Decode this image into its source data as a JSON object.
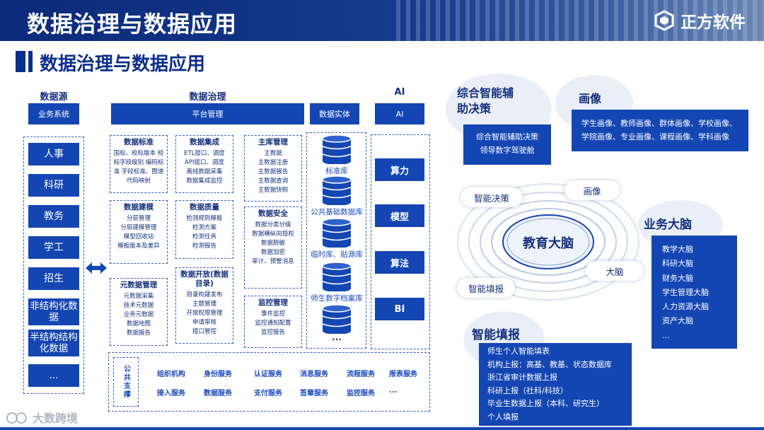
{
  "header": {
    "title": "数据治理与数据应用",
    "logo_text": "正方软件"
  },
  "subheader": "数据治理与数据应用",
  "datasource": {
    "title": "数据源",
    "bar": "业务系统",
    "items": [
      "人事",
      "科研",
      "教务",
      "学工",
      "招生",
      "非结构化数据",
      "半结构结构化数据",
      "..."
    ]
  },
  "governance": {
    "title": "数据治理",
    "platform_bar": "平台管理",
    "entity_bar": "数据实体",
    "col1": [
      {
        "title": "数据标准",
        "items": [
          "国标、校标版本 校标字段级别 编码标准 字段标准、图谱代码映射"
        ]
      },
      {
        "title": "数据建模",
        "items": [
          "分层管理",
          "分层建模管理",
          "模型回收站",
          "模板版本及差异"
        ]
      },
      {
        "title": "元数据管理",
        "items": [
          "元数据采集",
          "技术元数据",
          "业务元数据",
          "数据地图",
          "数据报告"
        ]
      }
    ],
    "col2": [
      {
        "title": "数据集成",
        "items": [
          "ETL接口、调度",
          "API接口、调度",
          "离线数据采集",
          "数据集成监控"
        ]
      },
      {
        "title": "数据质量",
        "items": [
          "检测规则模板",
          "检测方案",
          "检测任务",
          "检测报告"
        ]
      },
      {
        "title": "数据开放(数据目录)",
        "items": [
          "目录构建发布",
          "主题管理",
          "开放权限管理",
          "申请审核",
          "接口管控"
        ]
      }
    ],
    "col3": [
      {
        "title": "主库管理",
        "items": [
          "主数据",
          "主数据注册",
          "主数据报告",
          "主数据查询",
          "主数据快照"
        ]
      },
      {
        "title": "数据安全",
        "items": [
          "数据分类分级",
          "数据横纵向授权",
          "数据脱敏",
          "数据加密",
          "审计、预警消息"
        ]
      },
      {
        "title": "监控管理",
        "items": [
          "事件监控",
          "监控通知配置",
          "监控报告"
        ]
      }
    ],
    "entities": [
      "标准库",
      "公共基础数据库",
      "临时库、贴源库",
      "师生数字档案库",
      "..."
    ],
    "public_support": {
      "label": "公共支撑",
      "row1": [
        "组织机构",
        "身份服务",
        "认证服务",
        "消息服务",
        "流程服务",
        "报表服务"
      ],
      "row2": [
        "接入服务",
        "数据服务",
        "支付服务",
        "签章服务",
        "监控服务",
        "..."
      ]
    }
  },
  "ai": {
    "title": "AI",
    "bar": "AI",
    "items": [
      "算力",
      "模型",
      "算法",
      "BI"
    ]
  },
  "right": {
    "decision": {
      "title": "综合智能辅助决策",
      "lines": [
        "综合智能辅助决策",
        "领导数字驾驶舱"
      ]
    },
    "portrait": {
      "title": "画像",
      "lines": [
        "学生画像、教师画像、群体画像、学校画像、",
        "学院画像、专业画像、课程画像、学科画像"
      ]
    },
    "brain": {
      "center": "教育大脑",
      "pills": [
        "智能决策",
        "画像",
        "大脑",
        "智能填报"
      ]
    },
    "business": {
      "title": "业务大脑",
      "items": [
        "教学大脑",
        "科研大脑",
        "财务大脑",
        "学生管理大脑",
        "人力资源大脑",
        "资产大脑",
        "..."
      ]
    },
    "filling": {
      "title": "智能填报",
      "items": [
        "师生个人智能填表",
        "机构上报：高基、教基、状态数据库",
        "浙江省审计数据上报",
        "科研上报（社科/科技）",
        "毕业生数据上报（本科、研究生）",
        "个人填报"
      ]
    }
  },
  "watermark": "大数跨境",
  "colors": {
    "primary": "#1446b3",
    "header": "#0b2a7a",
    "title": "#13307d"
  }
}
